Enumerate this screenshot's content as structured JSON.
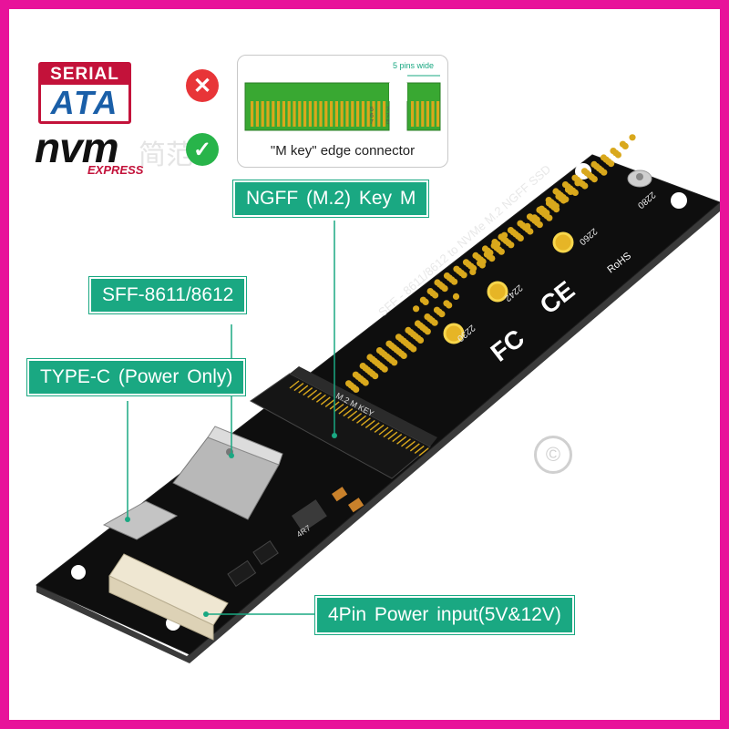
{
  "logos": {
    "sata_top": "SERIAL",
    "sata_bottom": "ATA",
    "nvm_main": "nvm",
    "nvm_sub": "EXPRESS"
  },
  "status": {
    "sata_mark": "✕",
    "nvme_mark": "✓"
  },
  "connector": {
    "pins_wide": "5 pins wide",
    "pin_numbers": "57 67 75",
    "caption": "\"M key\"  edge connector"
  },
  "callouts": {
    "ngff": "NGFF  (M.2)  Key  M",
    "sff": "SFF-8611/8612",
    "typec": "TYPE-C  (Power Only)",
    "power4pin": "4Pin Power input(5V&12V)"
  },
  "board": {
    "silk_title": "SFF - 8611/8612  to  NVMe M.2 NGFF  SSD",
    "size_2230": "2230",
    "size_2242": "2242",
    "size_2260": "2260",
    "size_2280": "2280",
    "slot_label": "M.2 M KEY",
    "inductor": "4R7",
    "fc": "FC",
    "ce": "CE",
    "rohs": "RoHS"
  },
  "watermark": {
    "copyright": "©",
    "cn": "简范"
  },
  "colors": {
    "frame": "#e8139a",
    "callout": "#1aa882",
    "pcb": "#0e0e0e",
    "gold": "#d9a81c"
  }
}
